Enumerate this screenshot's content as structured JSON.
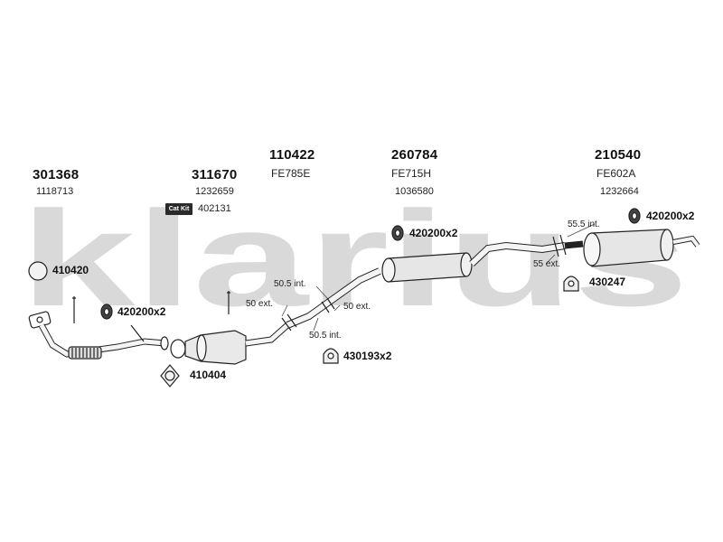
{
  "watermark": "klarius",
  "columns": [
    {
      "part_number": "301368",
      "oe_number": "1118713"
    },
    {
      "part_number": "311670",
      "oe_number": "1232659"
    },
    {
      "part_number": "110422",
      "oe_number": "FE785E"
    },
    {
      "part_number": "260784",
      "oe_number": "FE715H",
      "oe_number_2": "1036580"
    },
    {
      "part_number": "210540",
      "oe_number": "FE602A",
      "oe_number_2": "1232664"
    }
  ],
  "cat_kit": {
    "badge": "Cat Kit",
    "number": "402131"
  },
  "accessories": {
    "seal_left": "410420",
    "hanger_front": "420200x2",
    "hanger_mid": "420200x2",
    "hanger_rear": "420200x2",
    "gasket_front": "410404",
    "clamp_mid": "430193x2",
    "clamp_rear": "430247"
  },
  "dimensions": {
    "a": "50.5 int.",
    "b": "50 ext.",
    "c": "50 ext.",
    "d": "50.5 int.",
    "e": "55.5 int.",
    "f": "55 ext."
  }
}
